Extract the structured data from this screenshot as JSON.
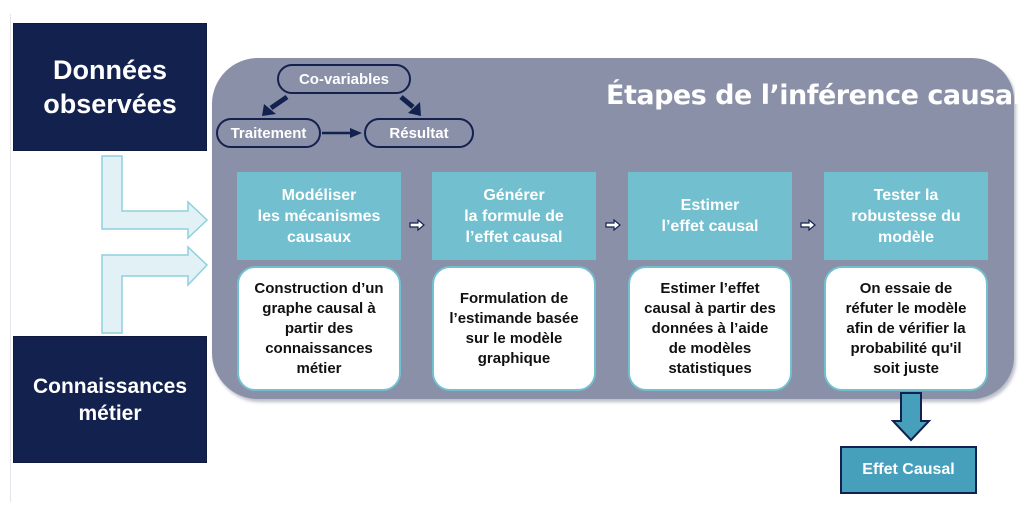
{
  "left": {
    "observed_data_label": "Données observées",
    "observed_data_lines": [
      "Données",
      "observées"
    ],
    "domain_knowledge_lines": [
      "Connaissances",
      "métier"
    ]
  },
  "panel": {
    "title": "Étapes de l’inférence causale",
    "graph": {
      "covariates": "Co-variables",
      "treatment": "Traitement",
      "outcome": "Résultat"
    },
    "steps": [
      {
        "title_lines": [
          "Modéliser",
          "les mécanismes",
          "causaux"
        ],
        "desc_lines": [
          "Construction d’un",
          "graphe causal à",
          "partir des",
          "connaissances",
          "métier"
        ]
      },
      {
        "title_lines": [
          "Générer",
          "la formule de",
          "l’effet causal"
        ],
        "desc_lines": [
          "Formulation de",
          "l’estimande basée",
          "sur le modèle",
          "graphique"
        ]
      },
      {
        "title_lines": [
          "Estimer",
          "l’effet causal"
        ],
        "desc_lines": [
          "Estimer l’effet",
          "causal à partir des",
          "données à l’aide",
          "de modèles",
          "statistiques"
        ]
      },
      {
        "title_lines": [
          "Tester la",
          "robustesse du",
          "modèle"
        ],
        "desc_lines": [
          "On essaie de",
          "réfuter le modèle",
          "afin de vérifier la",
          "probabilité qu'il",
          "soit juste"
        ]
      }
    ]
  },
  "result": {
    "label": "Effet Causal"
  },
  "colors": {
    "navy": "#13214f",
    "panel": "#8a90a8",
    "teal": "#72bfcf",
    "effect": "#46a0bb",
    "input_arrow_fill": "#e2f1f5"
  },
  "icons": {
    "input_arrows": "bent-arrow-icon",
    "step_arrows": "right-arrow-icon",
    "down_arrow": "down-arrow-icon"
  }
}
